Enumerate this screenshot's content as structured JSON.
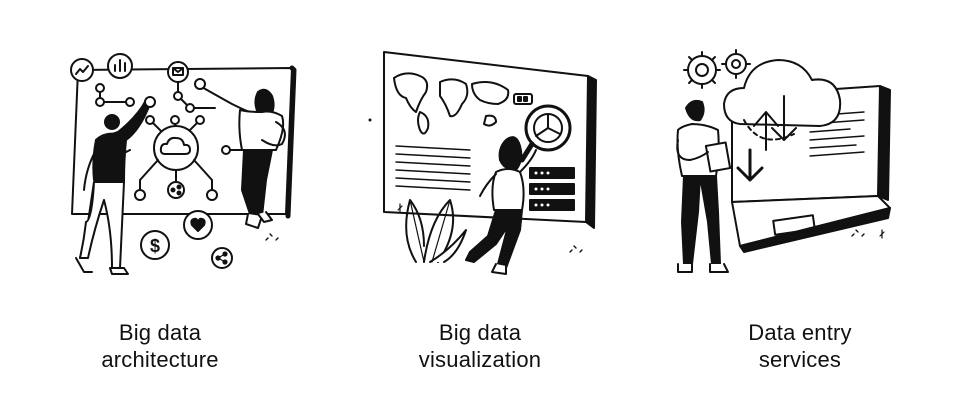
{
  "illustrations": [
    {
      "line1": "Big data",
      "line2": "architecture",
      "icon": "network-diagram-icon"
    },
    {
      "line1": "Big data",
      "line2": "visualization",
      "icon": "world-map-dashboard-icon"
    },
    {
      "line1": "Data entry",
      "line2": "services",
      "icon": "cloud-laptop-sync-icon"
    }
  ],
  "colors": {
    "ink": "#111111",
    "background": "#ffffff"
  }
}
